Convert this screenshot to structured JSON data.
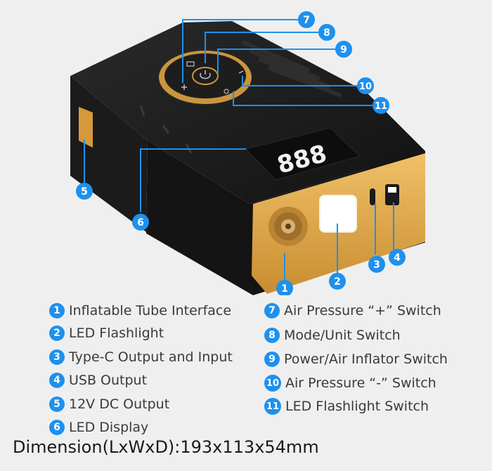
{
  "display": {
    "digits": "888"
  },
  "callout_numbers": [
    "1",
    "2",
    "3",
    "4",
    "5",
    "6",
    "7",
    "8",
    "9",
    "10",
    "11"
  ],
  "legend": [
    {
      "num": "1",
      "label": "Inflatable Tube Interface"
    },
    {
      "num": "2",
      "label": "LED Flashlight"
    },
    {
      "num": "3",
      "label": "Type-C Output and Input"
    },
    {
      "num": "4",
      "label": "USB Output"
    },
    {
      "num": "5",
      "label": "12V DC Output"
    },
    {
      "num": "6",
      "label": "LED Display"
    },
    {
      "num": "7",
      "label": "Air Pressure “+” Switch"
    },
    {
      "num": "8",
      "label": "Mode/Unit Switch"
    },
    {
      "num": "9",
      "label": "Power/Air Inflator Switch"
    },
    {
      "num": "10",
      "label": "Air Pressure “-” Switch"
    },
    {
      "num": "11",
      "label": "LED Flashlight Switch"
    }
  ],
  "dimension": "Dimension(LxWxD):193x113x54mm",
  "colors": {
    "background": "#efefef",
    "body": "#161616",
    "panel_gold": "#e2a94a",
    "callout_blue": "#1e90ee",
    "display_white": "#f2f2f2"
  }
}
